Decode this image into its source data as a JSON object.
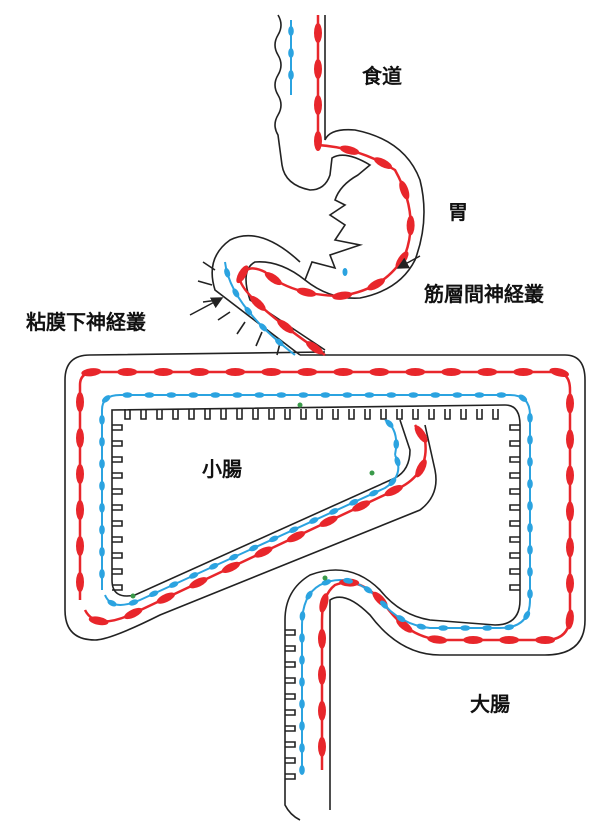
{
  "labels": {
    "esophagus": "食道",
    "stomach": "胃",
    "myenteric_plexus": "筋層間神経叢",
    "submucosal_plexus": "粘膜下神経叢",
    "small_intestine": "小腸",
    "large_intestine": "大腸"
  },
  "colors": {
    "myenteric": "#e8262b",
    "submucosal": "#2ba3e0",
    "wall": "#222222",
    "cell": "#3a9a4a"
  }
}
